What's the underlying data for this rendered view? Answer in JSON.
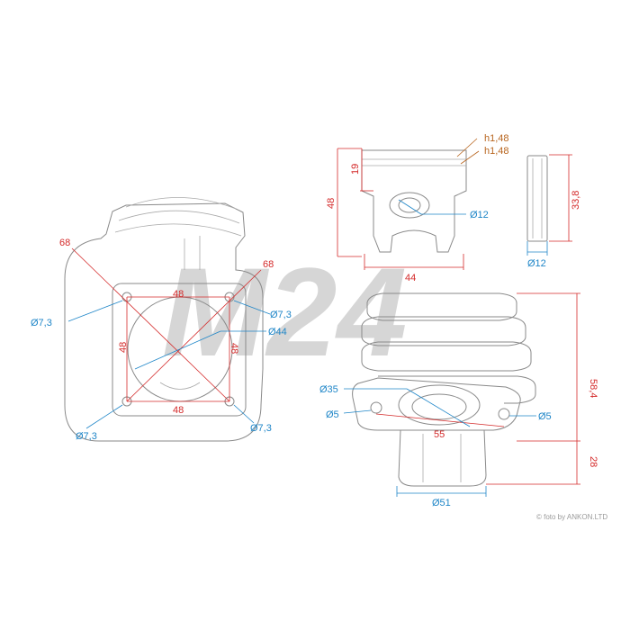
{
  "watermark": "M24",
  "credit": "© foto by ANKON.LTD",
  "colors": {
    "dimension_red": "#d42a2a",
    "dimension_blue": "#1f86c8",
    "ring_orange": "#b8651e",
    "sketch_gray": "#8a8a8a"
  },
  "top_view": {
    "diag_left": "68",
    "diag_right": "68",
    "bolt_top": "48",
    "bolt_bottom": "48",
    "bolt_left": "48",
    "bolt_right": "48",
    "hole_tl": "Ø7,3",
    "hole_tr": "Ø7,3",
    "hole_bl": "Ø7,3",
    "hole_br": "Ø7,3",
    "bore": "Ø44"
  },
  "piston": {
    "ring1": "h1,48",
    "ring2": "h1,48",
    "compression_height": "19",
    "total_height": "48",
    "pin_bore": "Ø12",
    "diameter": "44"
  },
  "pin": {
    "length": "33,8",
    "diameter": "Ø12"
  },
  "cylinder": {
    "height": "58,4",
    "spigot_height": "28",
    "port": "Ø35",
    "stud_left": "Ø5",
    "stud_right": "Ø5",
    "stud_spacing": "55",
    "spigot_diameter": "Ø51"
  }
}
